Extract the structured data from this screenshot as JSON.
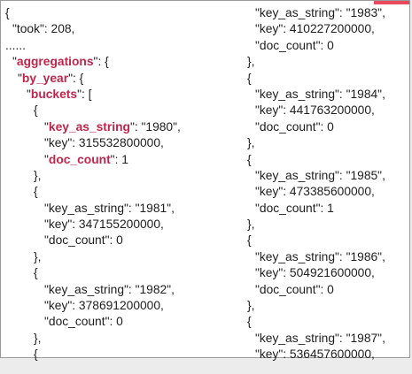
{
  "colors": {
    "highlight": "#c0254b",
    "accent": "#e84a5f",
    "text": "#1e1e1e"
  },
  "left_column": [
    {
      "indent": "i0",
      "parts": [
        {
          "t": "{"
        }
      ]
    },
    {
      "indent": "i1",
      "parts": [
        {
          "t": "\"took\": 208,"
        }
      ]
    },
    {
      "indent": "i0",
      "parts": [
        {
          "t": "......"
        }
      ]
    },
    {
      "indent": "i1",
      "parts": [
        {
          "t": "\""
        },
        {
          "t": "aggregations",
          "hl": true
        },
        {
          "t": "\": {"
        }
      ]
    },
    {
      "indent": "i2",
      "parts": [
        {
          "t": "\""
        },
        {
          "t": "by_year",
          "hl": true
        },
        {
          "t": "\": {"
        }
      ]
    },
    {
      "indent": "i3",
      "parts": [
        {
          "t": "\""
        },
        {
          "t": "buckets",
          "hl": true
        },
        {
          "t": "\": ["
        }
      ]
    },
    {
      "indent": "i4",
      "parts": [
        {
          "t": "{"
        }
      ]
    },
    {
      "indent": "i5",
      "parts": [
        {
          "t": "\""
        },
        {
          "t": "key_as_string",
          "hl": true
        },
        {
          "t": "\": \"1980\","
        }
      ]
    },
    {
      "indent": "i5",
      "parts": [
        {
          "t": "\"key\": 315532800000,"
        }
      ]
    },
    {
      "indent": "i5",
      "parts": [
        {
          "t": "\""
        },
        {
          "t": "doc_count",
          "hl": true
        },
        {
          "t": "\": 1"
        }
      ]
    },
    {
      "indent": "i4",
      "parts": [
        {
          "t": "},"
        }
      ]
    },
    {
      "indent": "i4",
      "parts": [
        {
          "t": "{"
        }
      ]
    },
    {
      "indent": "i5",
      "parts": [
        {
          "t": "\"key_as_string\": \"1981\","
        }
      ]
    },
    {
      "indent": "i5",
      "parts": [
        {
          "t": "\"key\": 347155200000,"
        }
      ]
    },
    {
      "indent": "i5",
      "parts": [
        {
          "t": "\"doc_count\": 0"
        }
      ]
    },
    {
      "indent": "i4",
      "parts": [
        {
          "t": "},"
        }
      ]
    },
    {
      "indent": "i4",
      "parts": [
        {
          "t": "{"
        }
      ]
    },
    {
      "indent": "i5",
      "parts": [
        {
          "t": "\"key_as_string\": \"1982\","
        }
      ]
    },
    {
      "indent": "i5",
      "parts": [
        {
          "t": "\"key\": 378691200000,"
        }
      ]
    },
    {
      "indent": "i5",
      "parts": [
        {
          "t": "\"doc_count\": 0"
        }
      ]
    },
    {
      "indent": "i4",
      "parts": [
        {
          "t": "},"
        }
      ]
    },
    {
      "indent": "i4",
      "parts": [
        {
          "t": "{"
        }
      ]
    }
  ],
  "right_column": [
    {
      "indent": "r1",
      "parts": [
        {
          "t": "\"key_as_string\": \"1983\","
        }
      ]
    },
    {
      "indent": "r1",
      "parts": [
        {
          "t": "\"key\": 410227200000,"
        }
      ]
    },
    {
      "indent": "r1",
      "parts": [
        {
          "t": "\"doc_count\": 0"
        }
      ]
    },
    {
      "indent": "r0",
      "parts": [
        {
          "t": "},"
        }
      ]
    },
    {
      "indent": "r0",
      "parts": [
        {
          "t": "{"
        }
      ]
    },
    {
      "indent": "r1",
      "parts": [
        {
          "t": "\"key_as_string\": \"1984\","
        }
      ]
    },
    {
      "indent": "r1",
      "parts": [
        {
          "t": "\"key\": 441763200000,"
        }
      ]
    },
    {
      "indent": "r1",
      "parts": [
        {
          "t": "\"doc_count\": 0"
        }
      ]
    },
    {
      "indent": "r0",
      "parts": [
        {
          "t": "},"
        }
      ]
    },
    {
      "indent": "r0",
      "parts": [
        {
          "t": "{"
        }
      ]
    },
    {
      "indent": "r1",
      "parts": [
        {
          "t": "\"key_as_string\": \"1985\","
        }
      ]
    },
    {
      "indent": "r1",
      "parts": [
        {
          "t": "\"key\": 473385600000,"
        }
      ]
    },
    {
      "indent": "r1",
      "parts": [
        {
          "t": "\"doc_count\": 1"
        }
      ]
    },
    {
      "indent": "r0",
      "parts": [
        {
          "t": "},"
        }
      ]
    },
    {
      "indent": "r0",
      "parts": [
        {
          "t": "{"
        }
      ]
    },
    {
      "indent": "r1",
      "parts": [
        {
          "t": "\"key_as_string\": \"1986\","
        }
      ]
    },
    {
      "indent": "r1",
      "parts": [
        {
          "t": "\"key\": 504921600000,"
        }
      ]
    },
    {
      "indent": "r1",
      "parts": [
        {
          "t": "\"doc_count\": 0"
        }
      ]
    },
    {
      "indent": "r0",
      "parts": [
        {
          "t": "},"
        }
      ]
    },
    {
      "indent": "r0",
      "parts": [
        {
          "t": "{"
        }
      ]
    },
    {
      "indent": "r1",
      "parts": [
        {
          "t": "\"key_as_string\": \"1987\","
        }
      ]
    },
    {
      "indent": "r1",
      "parts": [
        {
          "t": "\"key\": 536457600000,"
        }
      ]
    }
  ]
}
